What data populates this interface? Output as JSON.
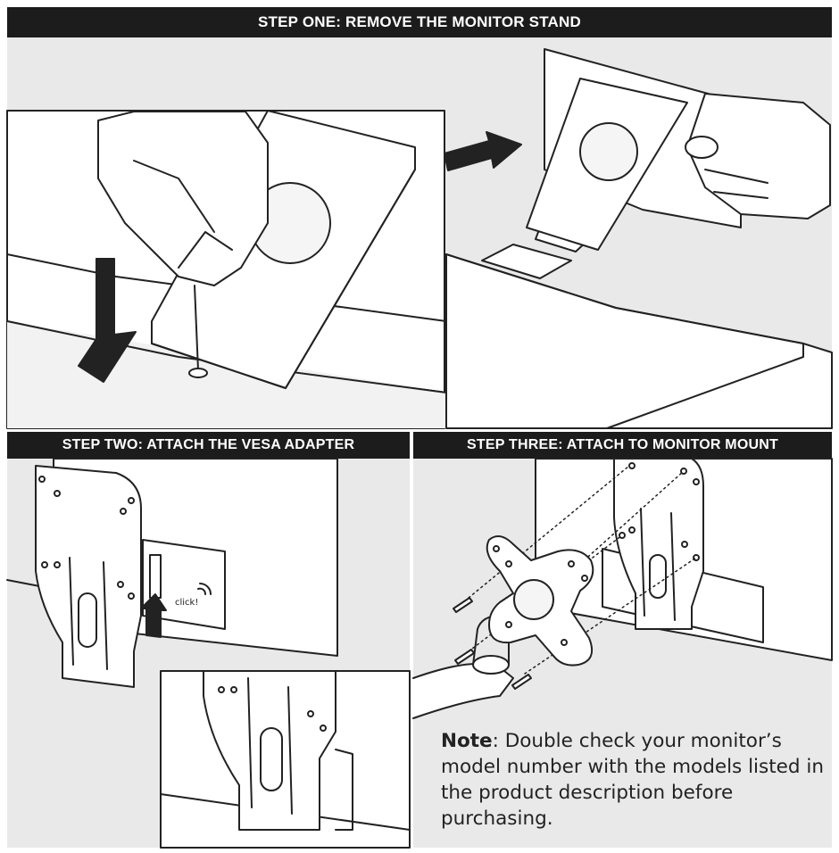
{
  "steps": {
    "one": {
      "title": "STEP ONE:  REMOVE THE MONITOR STAND"
    },
    "two": {
      "title": "STEP TWO: ATTACH THE VESA ADAPTER",
      "click_label": "click!"
    },
    "three": {
      "title": "STEP THREE: ATTACH TO MONITOR MOUNT"
    }
  },
  "note": {
    "label": "Note",
    "text": ": Double check your monitor’s model number with the models listed in the product description before purchasing."
  },
  "colors": {
    "bar": "#1c1c1c",
    "panel": "#e9e9e9",
    "line": "#222222"
  }
}
